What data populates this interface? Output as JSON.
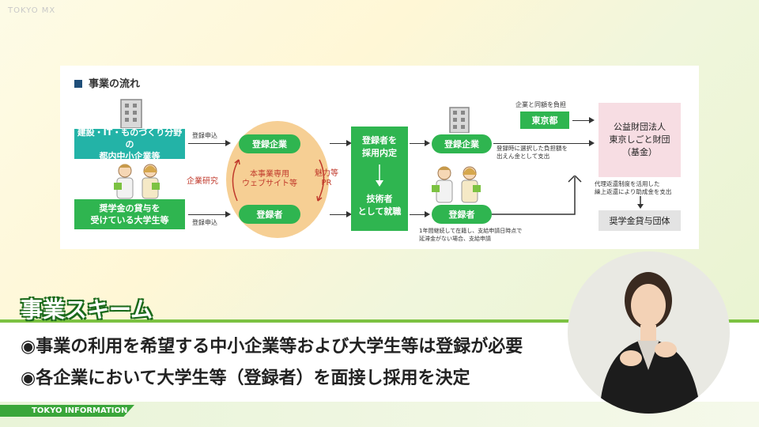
{
  "watermark": "TOKYO MX",
  "slide": {
    "title": "事業の流れ",
    "left_top_box": [
      "建設・IT・ものづくり分野の",
      "都内中小企業等"
    ],
    "left_bottom_box": [
      "奨学金の貸与を",
      "受けている大学生等"
    ],
    "apply_label_top": "登録申込",
    "apply_label_bottom": "登録申込",
    "circle_top_pill": "登録企業",
    "circle_bottom_pill": "登録者",
    "company_research": "企業研究",
    "website": [
      "本事業専用",
      "ウェブサイト等"
    ],
    "appeal": [
      "魅力等",
      "PR"
    ],
    "hire_box_top": [
      "登録者を",
      "採用内定"
    ],
    "hire_box_bottom": [
      "技術者",
      "として就職"
    ],
    "right_top_pill": "登録企業",
    "right_bottom_pill": "登録者",
    "tokyo_label": "東京都",
    "tokyo_note": "企業と同額を負担",
    "contribution_note": [
      "登録時に選択した負担額を",
      "出えん金として支出"
    ],
    "foundation_box": [
      "公益財団法人",
      "東京しごと財団",
      "（基金）"
    ],
    "repay_note": [
      "代理返還制度を活用した",
      "繰上返還により助成金を支出"
    ],
    "lender_box": "奨学金貸与団体",
    "employee_note": [
      "1年間継続して在籍し、支給申請日時点で",
      "延滞金がない場合、支給申請"
    ]
  },
  "caption": {
    "headline": "事業スキーム",
    "bullets": [
      "◉事業の利用を希望する中小企業等および大学生等は登録が必要",
      "◉各企業において大学生等（登録者）を面接し採用を決定"
    ]
  },
  "footer": {
    "tag": "TOKYO INFORMATION"
  },
  "colors": {
    "teal": "#23b3a7",
    "green": "#2fb550",
    "accent_bar": "#7cc242",
    "circle": "#f6cf94",
    "foundation": "#f7dde3"
  }
}
